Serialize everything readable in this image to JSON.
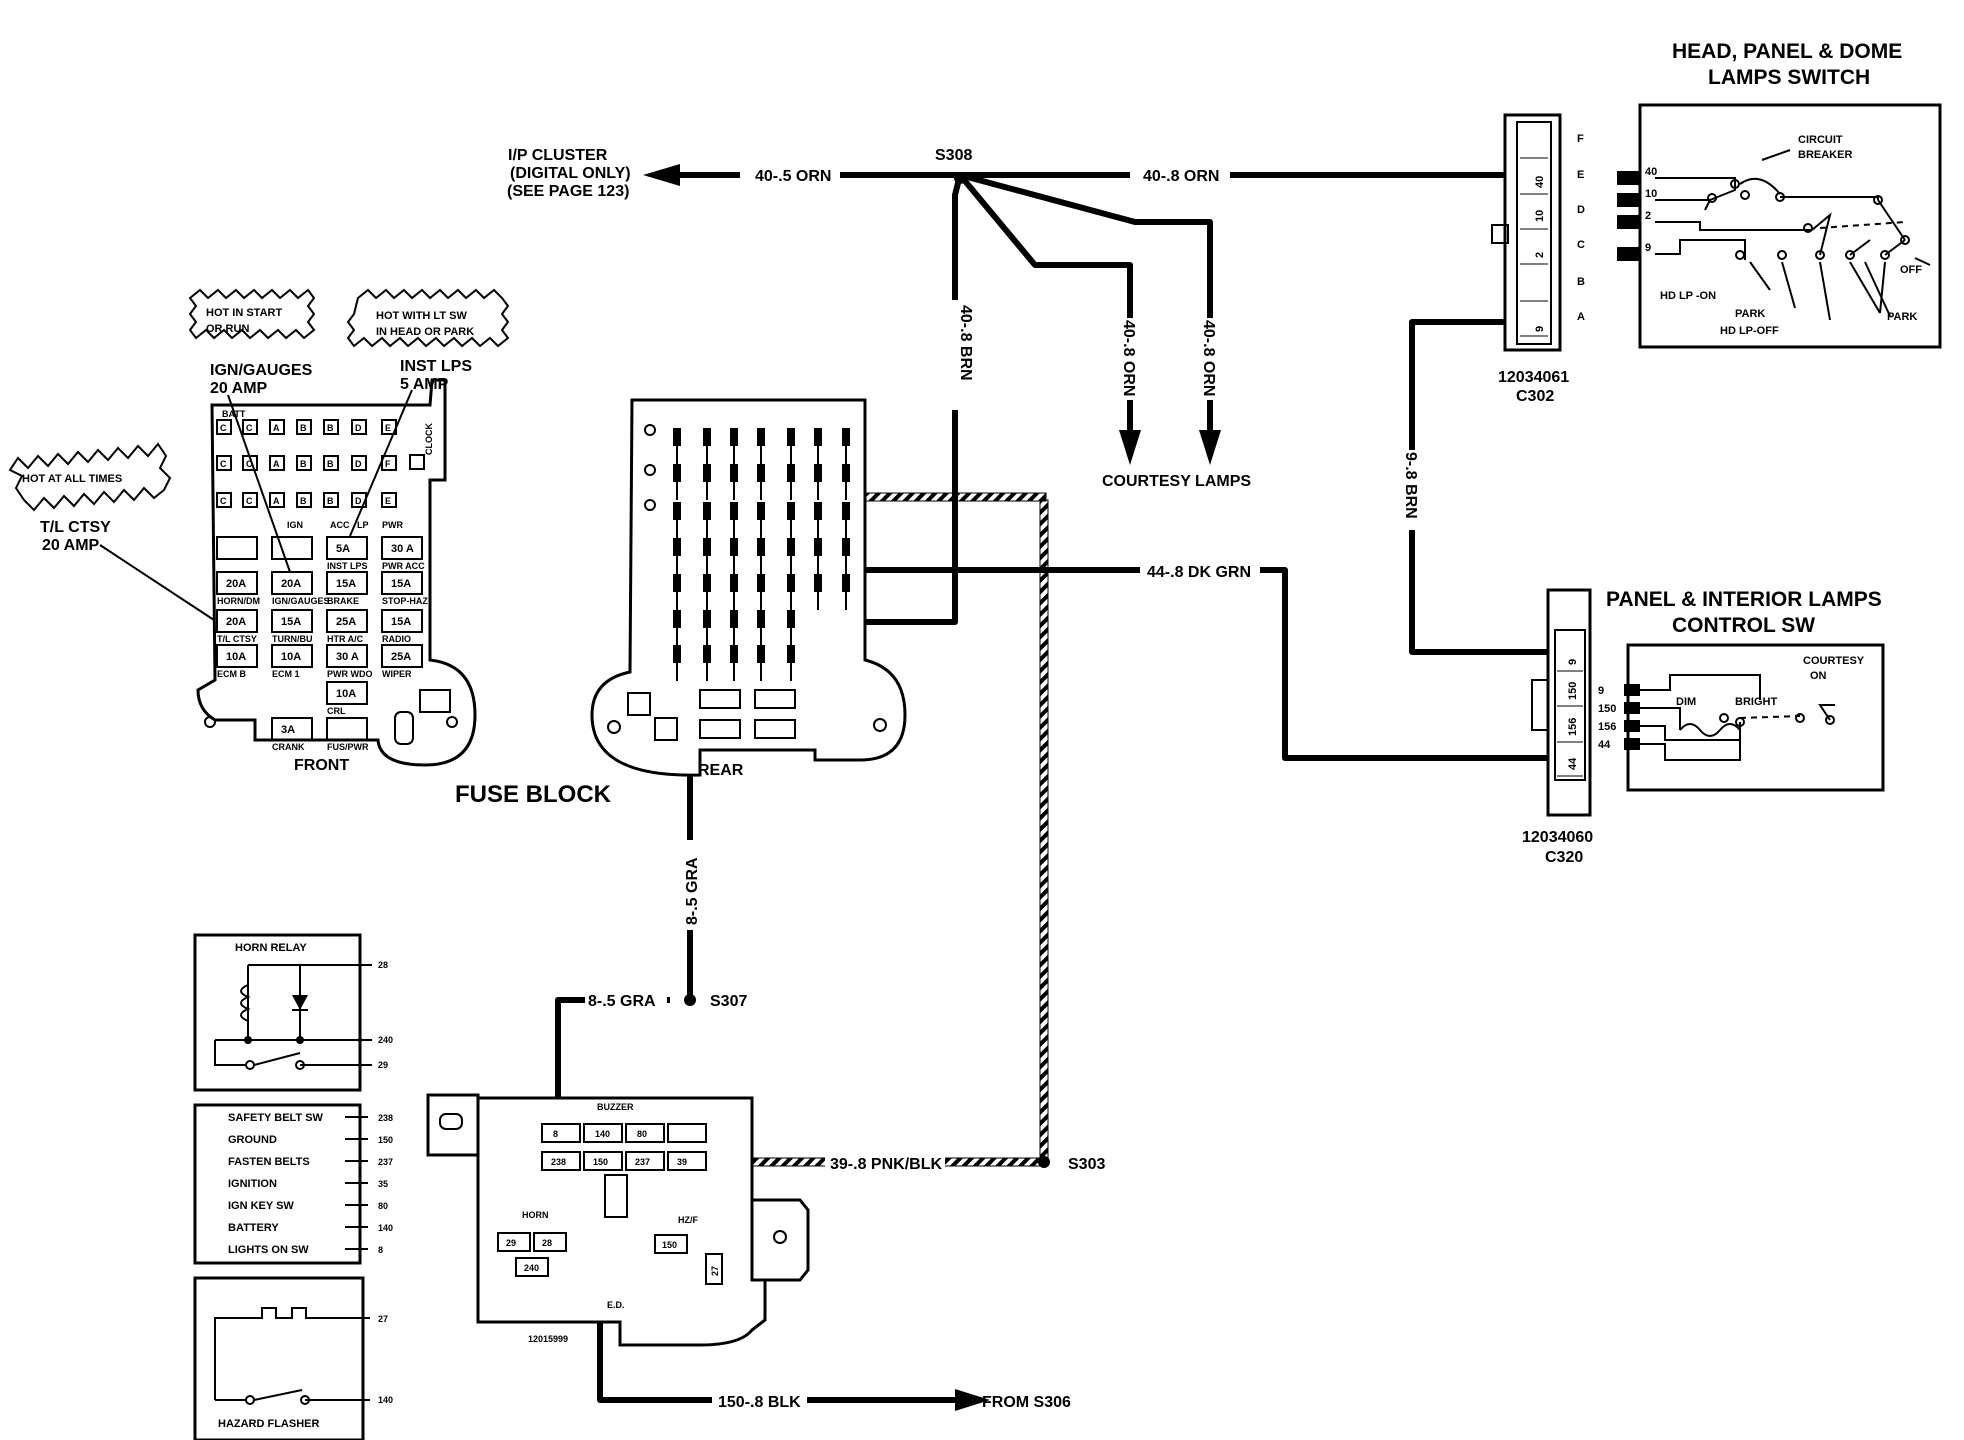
{
  "fuse_block": {
    "title": "FUSE BLOCK",
    "front_label": "FRONT",
    "rear_label": "REAR",
    "callouts": {
      "hot_start_run": [
        "HOT IN START",
        "OR RUN"
      ],
      "hot_lt_sw": [
        "HOT WITH LT SW",
        "IN HEAD OR PARK"
      ],
      "hot_all_times": "HOT AT ALL TIMES"
    },
    "fuse_labels": {
      "ign_gauges": [
        "IGN/GAUGES",
        "20 AMP"
      ],
      "inst_lps": [
        "INST LPS",
        "5 AMP"
      ],
      "tl_ctsy": [
        "T/L CTSY",
        "20 AMP"
      ]
    },
    "front_top": [
      "BATT",
      "IGN",
      "ACC",
      "LP",
      "PWR",
      "CLOCK"
    ],
    "front_row_letters": [
      [
        "C",
        "C",
        "A",
        "B",
        "B",
        "D",
        "E"
      ],
      [
        "C",
        "C",
        "A",
        "B",
        "B",
        "D",
        "F"
      ],
      [
        "C",
        "C",
        "A",
        "B",
        "B",
        "D",
        "E"
      ]
    ],
    "fuses": [
      {
        "val": "5A",
        "sub": "INST LPS"
      },
      {
        "val": "30 A",
        "sub": "PWR ACC"
      },
      {
        "val": "20A",
        "sub": "HORN/DM"
      },
      {
        "val": "20A",
        "sub": "IGN/GAUGES"
      },
      {
        "val": "15A",
        "sub": "BRAKE"
      },
      {
        "val": "15A",
        "sub": "STOP-HAZ"
      },
      {
        "val": "20A",
        "sub": "T/L CTSY"
      },
      {
        "val": "15A",
        "sub": "TURN/BU"
      },
      {
        "val": "25A",
        "sub": "HTR A/C"
      },
      {
        "val": "15A",
        "sub": "RADIO"
      },
      {
        "val": "10A",
        "sub": "ECM B"
      },
      {
        "val": "10A",
        "sub": "ECM 1"
      },
      {
        "val": "30 A",
        "sub": "PWR WDO"
      },
      {
        "val": "25A",
        "sub": "WIPER"
      },
      {
        "val": "10A",
        "sub": "CRL"
      },
      {
        "val": "3A",
        "sub": "CRANK"
      },
      {
        "val": "",
        "sub": "FUS/PWR"
      }
    ]
  },
  "wires": {
    "ip_cluster": [
      "I/P CLUSTER",
      "(DIGITAL ONLY)",
      "(SEE PAGE 123)"
    ],
    "orn_05": "40-.5 ORN",
    "s308": "S308",
    "orn_08_top": "40-.8 ORN",
    "brn_08": "40-.8 BRN",
    "orn_08_a": "40-.8 ORN",
    "orn_08_b": "40-.8 ORN",
    "courtesy_lamps": "COURTESY LAMPS",
    "dk_grn": "44-.8 DK GRN",
    "brn_9": "9-.8 BRN",
    "gra_v": "8-.5 GRA",
    "gra_h": "8-.5 GRA",
    "s307": "S307",
    "pnk_blk": "39-.8 PNK/BLK",
    "s303": "S303",
    "blk": "150-.8 BLK",
    "from_s306": "FROM S306"
  },
  "head_switch": {
    "title": [
      "HEAD, PANEL & DOME",
      "LAMPS SWITCH"
    ],
    "connector": [
      "12034061",
      "C302"
    ],
    "pins_letters": [
      "F",
      "E",
      "D",
      "C",
      "B",
      "A"
    ],
    "pins_nums": [
      "40",
      "10",
      "2",
      "9"
    ],
    "wire_nums": [
      "40",
      "10",
      "2",
      "9"
    ],
    "labels": {
      "circuit_breaker": [
        "CIRCUIT",
        "BREAKER"
      ],
      "off": "OFF",
      "hd_lp_on": "HD LP -ON",
      "park1": "PARK",
      "hd_lp_off": "HD LP-OFF",
      "park2": "PARK"
    }
  },
  "panel_switch": {
    "title": [
      "PANEL & INTERIOR LAMPS",
      "CONTROL SW"
    ],
    "connector": [
      "12034060",
      "C320"
    ],
    "pins": [
      "9",
      "150",
      "156",
      "44"
    ],
    "wire_nums": [
      "9",
      "150",
      "156",
      "44"
    ],
    "labels": {
      "courtesy": "COURTESY",
      "on": "ON",
      "dim": "DIM",
      "bright": "BRIGHT"
    }
  },
  "horn_relay": {
    "title": "HORN RELAY",
    "pins": [
      "28",
      "240",
      "29"
    ]
  },
  "buzzer_box": {
    "items": [
      {
        "name": "SAFETY BELT SW",
        "num": "238"
      },
      {
        "name": "GROUND",
        "num": "150"
      },
      {
        "name": "FASTEN BELTS",
        "num": "237"
      },
      {
        "name": "IGNITION",
        "num": "35"
      },
      {
        "name": "IGN KEY SW",
        "num": "80"
      },
      {
        "name": "BATTERY",
        "num": "140"
      },
      {
        "name": "LIGHTS ON SW",
        "num": "8"
      }
    ]
  },
  "hazard": {
    "title": "HAZARD FLASHER",
    "pins": [
      "27",
      "140"
    ]
  },
  "module": {
    "part": "12015999",
    "buzzer": "BUZZER",
    "buzzer_cells_top": [
      "8",
      "140",
      "80",
      ""
    ],
    "buzzer_cells_bot": [
      "238",
      "150",
      "237",
      "39"
    ],
    "horn": "HORN",
    "horn_cells": [
      "29",
      "28",
      "240"
    ],
    "hzf": "HZ/F",
    "hzf_cell": "150",
    "side_cell": "27",
    "ed": "E.D."
  }
}
